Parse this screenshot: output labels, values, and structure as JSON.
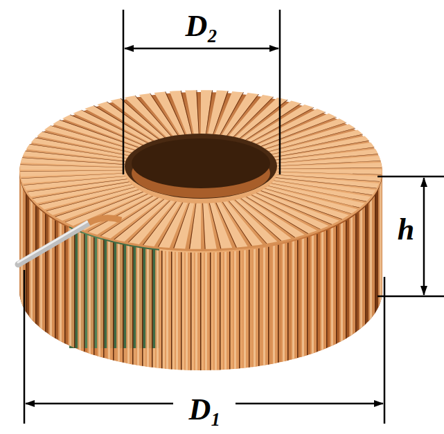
{
  "diagram": {
    "labels": [
      "D₂",
      "h",
      "D₁"
    ]
  }
}
